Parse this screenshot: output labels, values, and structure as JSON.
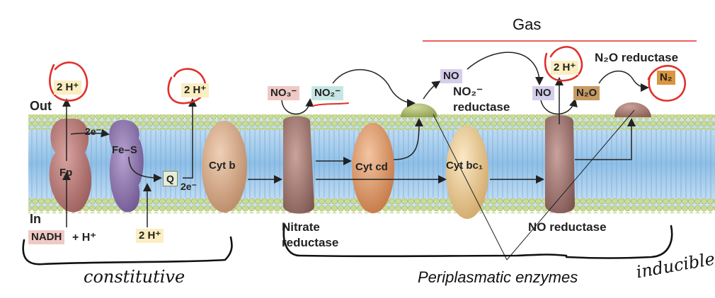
{
  "labels": {
    "gas": "Gas",
    "out": "Out",
    "in": "In",
    "h2_out_1": "2 H⁺",
    "h2_out_2": "2 H⁺",
    "h2_out_3": "2 H⁺",
    "h2_in": "2 H⁺",
    "two_e_1": "2e⁻",
    "two_e_2": "2e⁻",
    "fp": "Fp",
    "fes": "Fe–S",
    "q": "Q",
    "cyt_b": "Cyt b",
    "cyt_cd": "Cyt cd",
    "cyt_bc1": "Cyt bc₁",
    "nadh": "NADH",
    "plus_h": "+ H⁺",
    "no3": "NO₃⁻",
    "no2_box": "NO₂⁻",
    "no_top": "NO",
    "no2_reductase_line1": "NO₂⁻",
    "no2_reductase_line2": "reductase",
    "no_box": "NO",
    "n2o_box": "N₂O",
    "n2o_reductase": "N₂O reductase",
    "n2": "N₂",
    "nitrate_reductase_line1": "Nitrate",
    "nitrate_reductase_line2": "reductase",
    "no_reductase": "NO reductase",
    "periplasmatic": "Periplasmatic enzymes",
    "hand_constitutive": "constitutive",
    "hand_inducible": "inducible"
  },
  "colors": {
    "membrane_core": "#9fc9ea",
    "membrane_head": "#c9dc8f",
    "annotation_red": "#e0302a",
    "gas_line": "#e0302a",
    "fp_protein": "#b87673",
    "fes_protein": "#8c72a8",
    "cytb_protein": "#d8a07a",
    "nitrate_red_protein": "#9a6f68",
    "cytcd_protein": "#d9905c",
    "cytbc1_protein": "#e8c88c",
    "no_red_protein": "#9a6f6a",
    "no2_red_dome": "#a6b56a",
    "n2o_red_dome": "#a8776b"
  }
}
